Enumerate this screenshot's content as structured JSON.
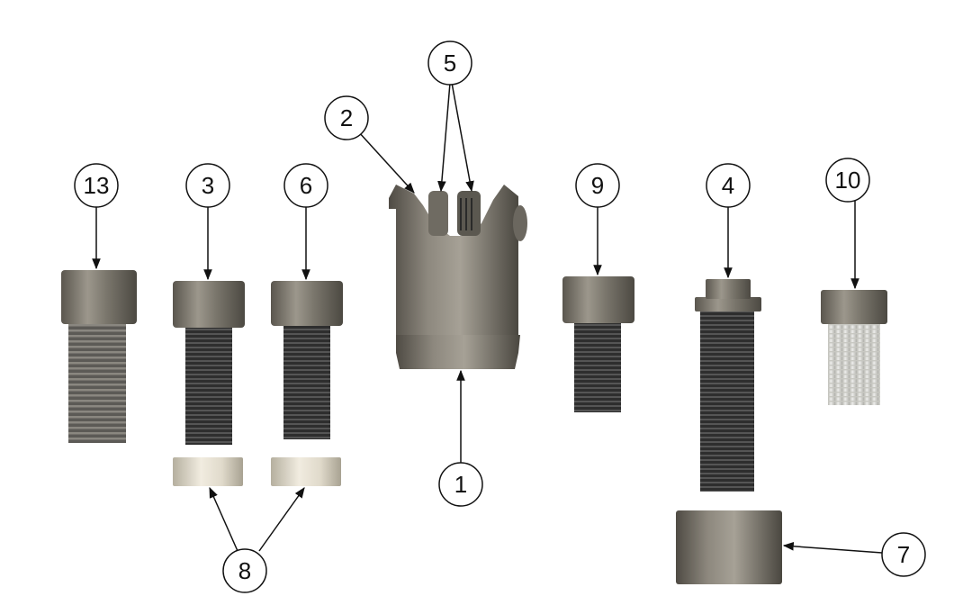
{
  "balloons": {
    "b1": "1",
    "b2": "2",
    "b3": "3",
    "b4": "4",
    "b5": "5",
    "b6": "6",
    "b7": "7",
    "b8": "8",
    "b9": "9",
    "b10": "10",
    "b13": "13"
  },
  "colors": {
    "metal_dark": "#5e5a52",
    "metal_mid": "#8a867c",
    "metal_light": "#c9c5bb",
    "thread_dark": "#2b2b2b",
    "thread_light": "#d8d8d4",
    "washer_light": "#e6e1d4",
    "line": "#111111"
  }
}
